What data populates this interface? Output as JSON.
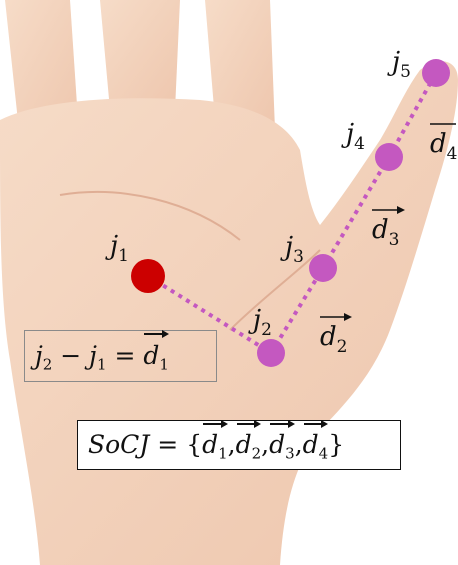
{
  "joints": [
    {
      "id": "j1",
      "name": "j",
      "sub": "1",
      "color": "#cc0000"
    },
    {
      "id": "j2",
      "name": "j",
      "sub": "2",
      "color": "#c458c0"
    },
    {
      "id": "j3",
      "name": "j",
      "sub": "3",
      "color": "#c458c0"
    },
    {
      "id": "j4",
      "name": "j",
      "sub": "4",
      "color": "#c458c0"
    },
    {
      "id": "j5",
      "name": "j",
      "sub": "5",
      "color": "#c458c0"
    }
  ],
  "vectors": [
    {
      "id": "d1",
      "name": "d",
      "sub": "1"
    },
    {
      "id": "d2",
      "name": "d",
      "sub": "2"
    },
    {
      "id": "d3",
      "name": "d",
      "sub": "3"
    },
    {
      "id": "d4",
      "name": "d",
      "sub": "4"
    }
  ],
  "equation": {
    "lhs_a": "j",
    "lhs_a_sub": "2",
    "minus": "−",
    "lhs_b": "j",
    "lhs_b_sub": "1",
    "equals": "=",
    "rhs": "d",
    "rhs_sub": "1"
  },
  "socj": {
    "name": "SoCJ",
    "equals": "=",
    "open": "{",
    "close": "}",
    "sep": ",",
    "items": [
      {
        "name": "d",
        "sub": "1"
      },
      {
        "name": "d",
        "sub": "2"
      },
      {
        "name": "d",
        "sub": "3"
      },
      {
        "name": "d",
        "sub": "4"
      }
    ]
  },
  "colors": {
    "skin": "#f3d3bd",
    "skin_shadow": "#e2b59c",
    "root_joint": "#cc0000",
    "joint": "#c458c0",
    "chain": "#c458c0"
  }
}
